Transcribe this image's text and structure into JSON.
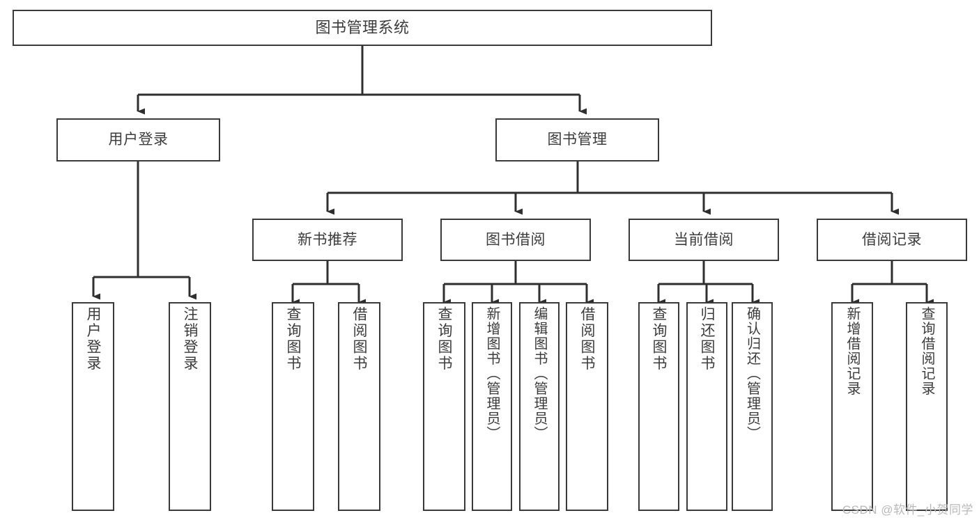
{
  "diagram": {
    "title": "图书管理系统",
    "type": "hierarchy-tree",
    "root": {
      "label": "图书管理系统"
    },
    "level2": [
      {
        "label": "用户登录"
      },
      {
        "label": "图书管理"
      }
    ],
    "level3": [
      {
        "label": "新书推荐"
      },
      {
        "label": "图书借阅"
      },
      {
        "label": "当前借阅"
      },
      {
        "label": "借阅记录"
      }
    ],
    "leaves": {
      "user_login": [
        {
          "label": "用户登录"
        },
        {
          "label": "注销登录"
        }
      ],
      "new_book_recommend": [
        {
          "label": "查询图书"
        },
        {
          "label": "借阅图书"
        }
      ],
      "book_borrow": [
        {
          "label": "查询图书"
        },
        {
          "label": "新增图书（管理员）"
        },
        {
          "label": "编辑图书（管理员）"
        },
        {
          "label": "借阅图书"
        }
      ],
      "current_borrow": [
        {
          "label": "查询图书"
        },
        {
          "label": "归还图书"
        },
        {
          "label": "确认归还（管理员）"
        }
      ],
      "borrow_record": [
        {
          "label": "新增借阅记录"
        },
        {
          "label": "查询借阅记录"
        }
      ]
    }
  },
  "watermark": {
    "text": "CSDN @软件_小贺同学"
  },
  "colors": {
    "box_border": "#3a3a3a",
    "text": "#3c3c3c",
    "line": "#2f2f2f",
    "background": "#ffffff",
    "watermark": "#b9b9b9"
  }
}
